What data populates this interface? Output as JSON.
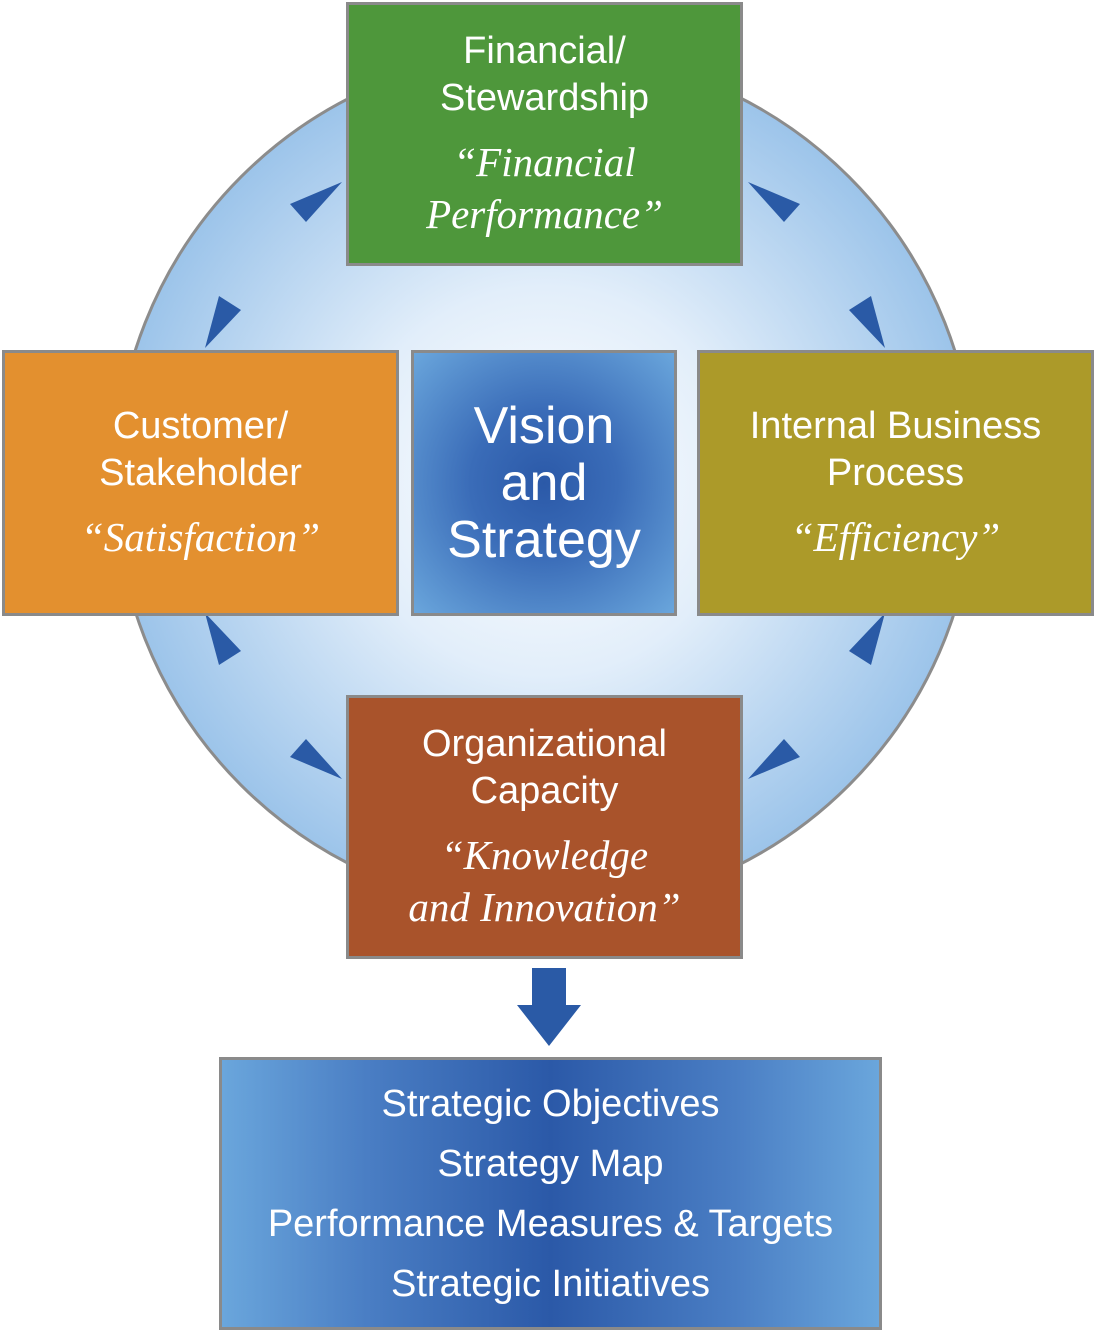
{
  "financial": {
    "title_line1": "Financial/",
    "title_line2": "Stewardship",
    "subtitle_line1": "“Financial",
    "subtitle_line2": "Performance”",
    "color": "#4e973b"
  },
  "customer": {
    "title_line1": "Customer/",
    "title_line2": "Stakeholder",
    "subtitle_line1": "“Satisfaction”",
    "color": "#e3902f"
  },
  "internal": {
    "title_line1": "Internal Business",
    "title_line2": "Process",
    "subtitle_line1": "“Efficiency”",
    "color": "#ac9a29"
  },
  "organizational": {
    "title_line1": "Organizational",
    "title_line2": "Capacity",
    "subtitle_line1": "“Knowledge",
    "subtitle_line2": "and Innovation”",
    "color": "#a9532b"
  },
  "vision": {
    "line1": "Vision",
    "line2": "and",
    "line3": "Strategy",
    "color": "#2b59a8"
  },
  "strategic": {
    "items": [
      "Strategic Objectives",
      "Strategy Map",
      "Performance Measures & Targets",
      "Strategic Initiatives"
    ],
    "color": "#2b59a8"
  },
  "arrow_color": "#2a5aa6",
  "ring_color": "#bcd7f0"
}
